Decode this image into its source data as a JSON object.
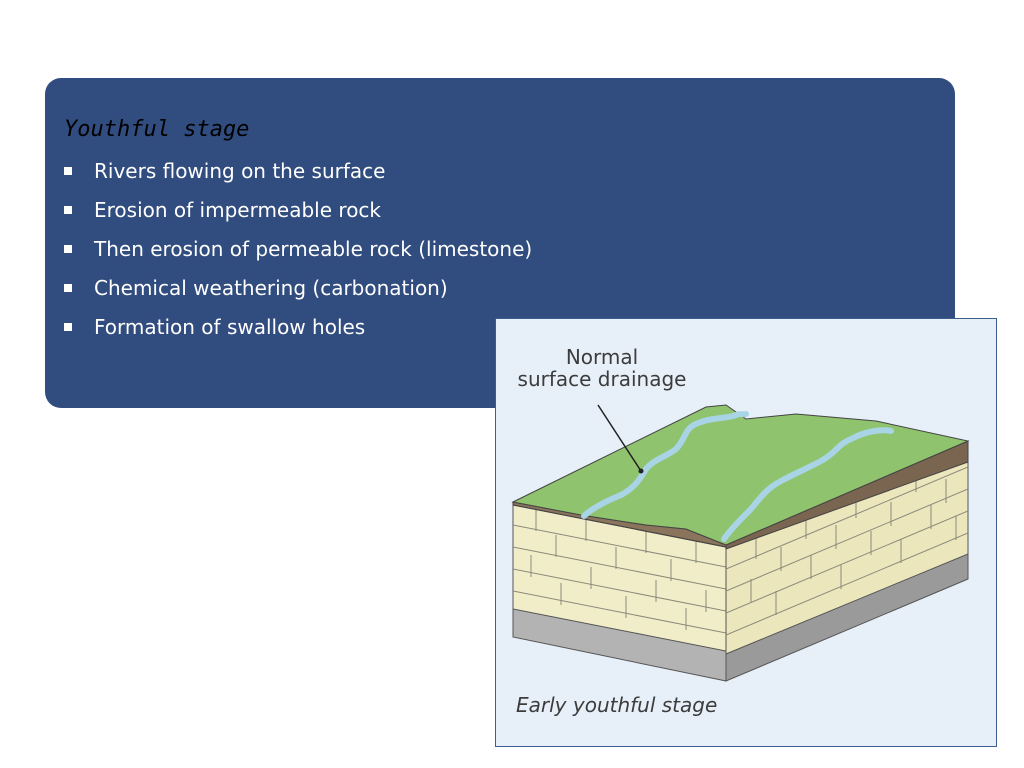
{
  "slide": {
    "heading": "Youthful stage",
    "bullets": [
      "Rivers flowing on the surface",
      "Erosion of impermeable rock",
      "Then erosion of permeable rock (limestone)",
      "Chemical weathering (carbonation)",
      "Formation of swallow holes"
    ]
  },
  "figure": {
    "label_line1": "Normal",
    "label_line2": "surface drainage",
    "caption": "Early youthful stage"
  },
  "colors": {
    "panel": "#314c7e",
    "figure_bg": "#e7eff8",
    "grass": "#8fc36d",
    "soil": "#8a745c",
    "limestone": "#f2edc9",
    "bedrock": "#b3b3b3",
    "river": "#a9d4e6"
  }
}
